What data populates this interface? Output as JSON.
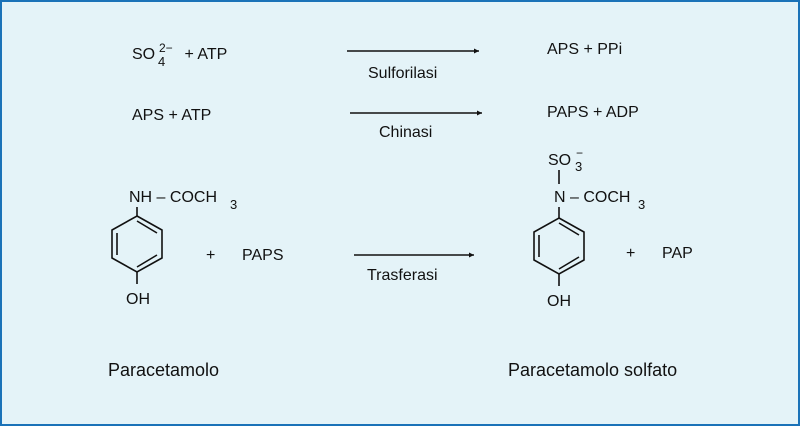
{
  "colors": {
    "border": "#1a72b8",
    "background": "#e4f3f8",
    "ink": "#111111"
  },
  "reaction1": {
    "reactant_base": "SO",
    "reactant_sub": "4",
    "reactant_sup": "2−",
    "reactant_rest": " + ATP",
    "enzyme": "Sulforilasi",
    "products": "APS + PPi"
  },
  "reaction2": {
    "reactants": "APS + ATP",
    "enzyme": "Chinasi",
    "products": "PAPS + ADP"
  },
  "reaction3": {
    "reactant_group": "NH – COCH",
    "reactant_group_sub": "3",
    "reactant_hydroxyl": "OH",
    "plus1": "+",
    "cofactor": "PAPS",
    "enzyme": "Trasferasi",
    "product_sulfo_base": "SO",
    "product_sulfo_sub": "3",
    "product_sulfo_sup": "−",
    "product_group": "N – COCH",
    "product_group_sub": "3",
    "product_hydroxyl": "OH",
    "plus2": "+",
    "byproduct": "PAP"
  },
  "labels": {
    "reactant_name": "Paracetamolo",
    "product_name": "Paracetamolo solfato"
  }
}
